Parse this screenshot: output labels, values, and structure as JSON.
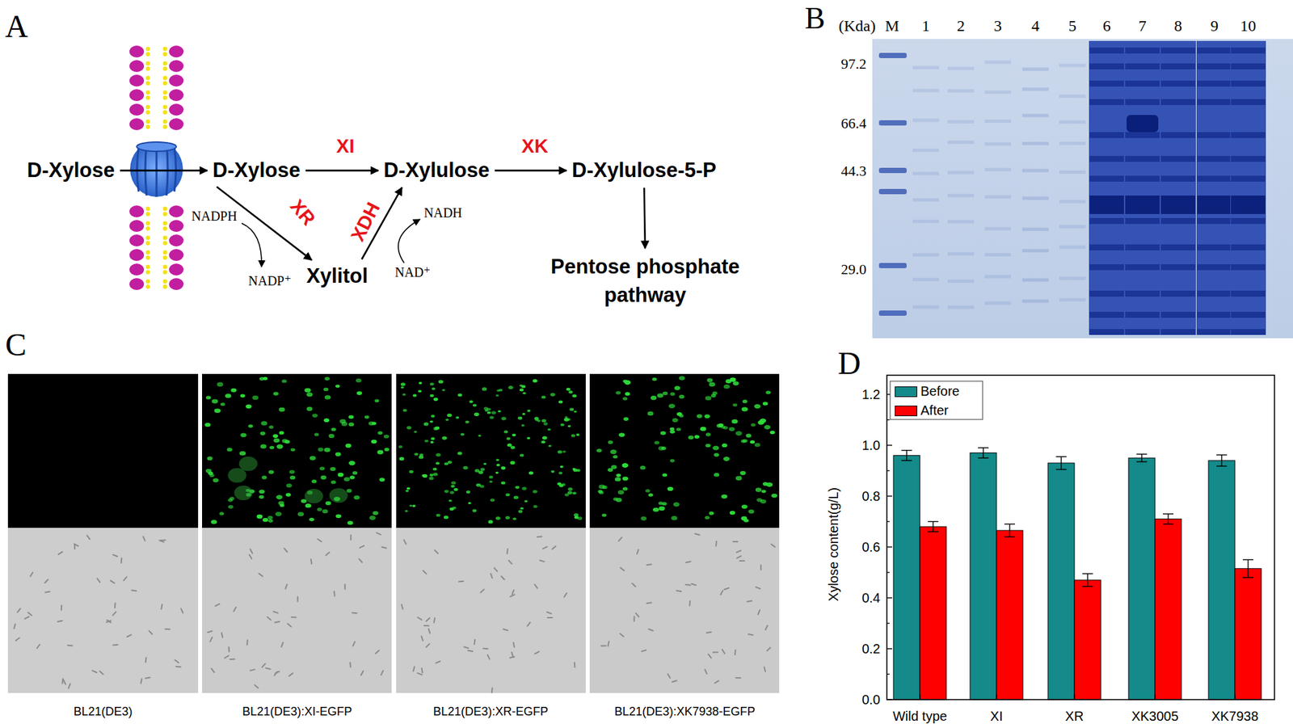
{
  "diagram": {
    "nodes": [
      {
        "text": [
          "D-Xylose"
        ]
      },
      {
        "text": [
          "D-Xylose"
        ]
      },
      {
        "text": [
          "D-Xylulose"
        ]
      },
      {
        "text": [
          "D-Xylulose-5-P"
        ]
      },
      {
        "text": [
          "Xylitol"
        ]
      },
      {
        "text": [
          "Pentose phosphate pathway"
        ]
      }
    ],
    "edges": [
      {
        "from": 0,
        "to": 1,
        "arrow": "to"
      },
      {
        "from": 1,
        "to": 2,
        "label": "XI",
        "arrow": "to"
      },
      {
        "from": 2,
        "to": 3,
        "label": "XK",
        "arrow": "to"
      },
      {
        "from": 1,
        "to": 4,
        "label": "XR",
        "arrow": "to"
      },
      {
        "from": 4,
        "to": 2,
        "label": "XDH",
        "arrow": "to"
      },
      {
        "from": 3,
        "to": 5,
        "arrow": "to"
      }
    ],
    "labels": [
      "A",
      "B",
      "C",
      "D",
      "NADPH",
      "NADP⁺",
      "NADH",
      "NAD⁺",
      "(Kda)",
      "M",
      "1",
      "2",
      "3",
      "4",
      "5",
      "6",
      "7",
      "8",
      "9",
      "10",
      "97.2",
      "66.4",
      "44.3",
      "29.0",
      "BL21(DE3)",
      "BL21(DE3):XI-EGFP",
      "BL21(DE3):XR-EGFP",
      "BL21(DE3):XK7938-EGFP",
      "Xylose content(g/L)",
      "0.0",
      "0.2",
      "0.4",
      "0.6",
      "0.8",
      "1.0",
      "1.2",
      "Wild type",
      "XI",
      "XR",
      "XK3005",
      "XK7938"
    ],
    "legend": [
      {
        "text": "Before",
        "color": "#148a8a"
      },
      {
        "text": "After",
        "color": "#ff0000"
      }
    ]
  }
}
